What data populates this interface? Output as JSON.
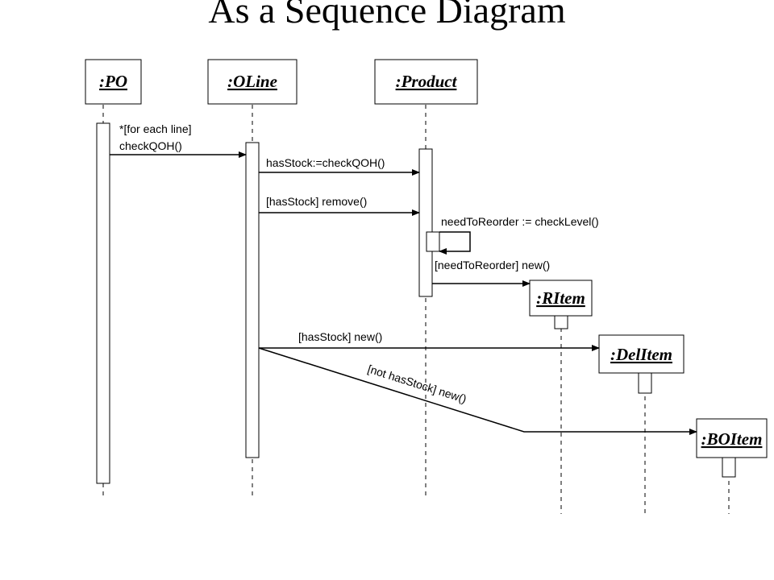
{
  "title": "As a Sequence Diagram",
  "objects": {
    "po": ":PO",
    "oline": ":OLine",
    "product": ":Product",
    "ritem": ":RItem",
    "delitem": ":DelItem",
    "boitem": ":BOItem"
  },
  "messages": {
    "check_line1": "*[for each line]",
    "check_line2": "checkQOH()",
    "has_stock": "hasStock:=checkQOH()",
    "remove": "[hasStock] remove()",
    "need_reorder": "needToReorder := checkLevel()",
    "new_ritem": "[needToReorder] new()",
    "new_delitem": "[hasStock] new()",
    "new_boitem": "[not hasStock] new()"
  }
}
